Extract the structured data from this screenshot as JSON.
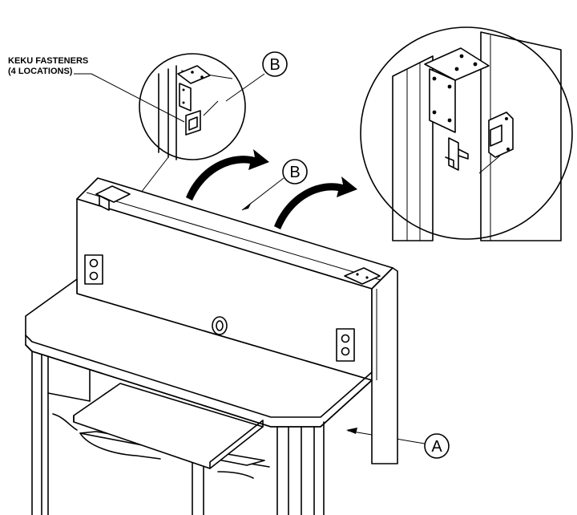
{
  "callouts": {
    "fastener_line1": "KEKU FASTENERS",
    "fastener_line2": "(4 LOCATIONS)",
    "label_b": "B",
    "label_a": "A"
  }
}
